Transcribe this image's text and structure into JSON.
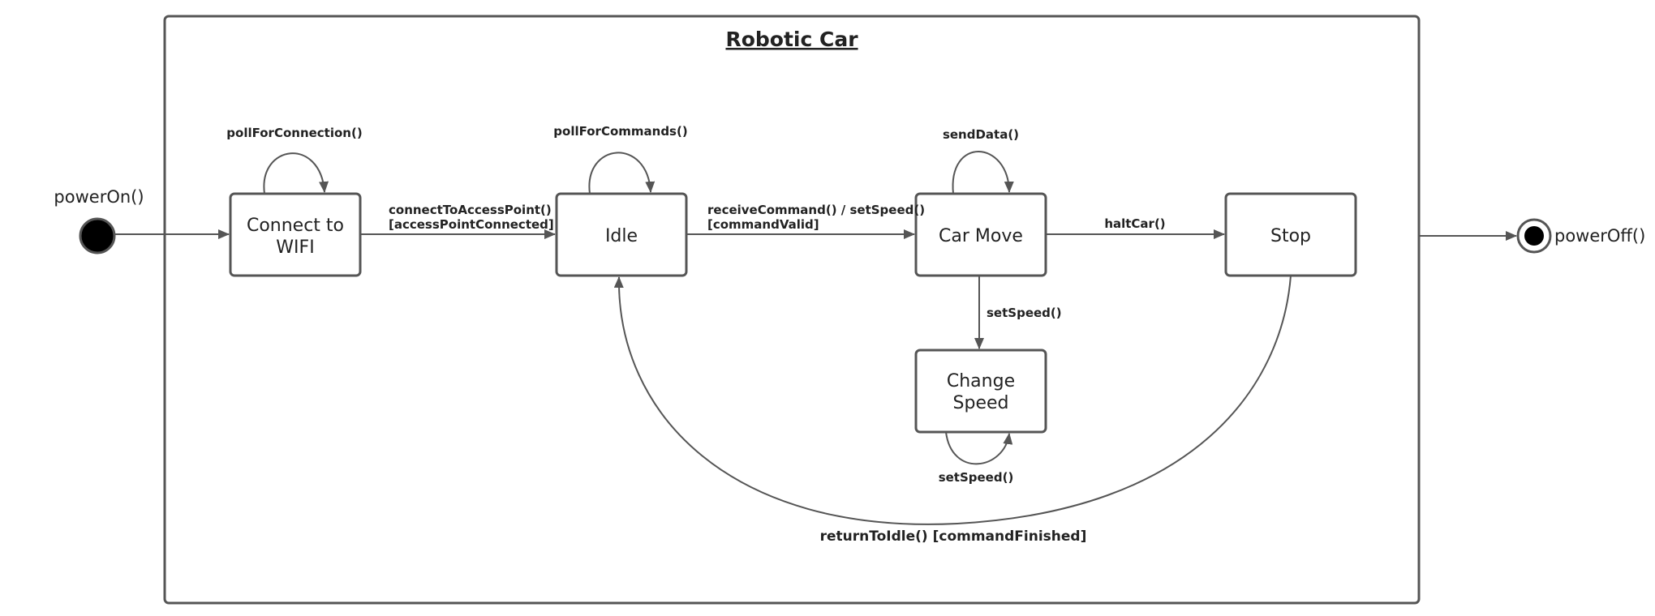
{
  "diagram": {
    "title": "Robotic Car",
    "states": {
      "connect_line1": "Connect to",
      "connect_line2": "WIFI",
      "idle": "Idle",
      "car_move": "Car Move",
      "stop": "Stop",
      "change_line1": "Change",
      "change_line2": "Speed"
    },
    "pseudostates": {
      "initial_label": "powerOn()",
      "final_label": "powerOff()"
    },
    "transitions": {
      "poll_connection": "pollForConnection()",
      "poll_commands": "pollForCommands()",
      "send_data": "sendData()",
      "connect_ap_line1": "connectToAccessPoint()",
      "connect_ap_line2": "[accessPointConnected]",
      "receive_line1": "receiveCommand() / setSpeed()",
      "receive_line2": "[commandValid]",
      "halt_car": "haltCar()",
      "set_speed_down": "setSpeed()",
      "set_speed_self": "setSpeed()",
      "return_idle": "returnToIdle() [commandFinished]"
    }
  }
}
